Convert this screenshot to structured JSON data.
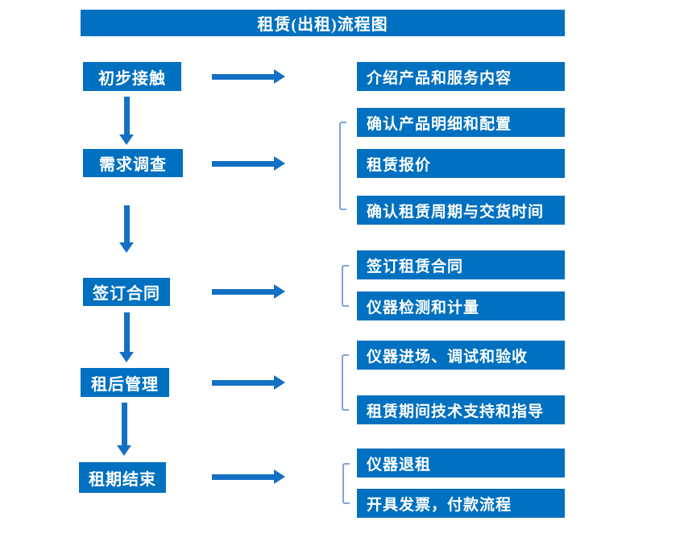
{
  "title": "租赁(出租)流程图",
  "colors": {
    "box_blue": "#0070C0",
    "arrow_blue": "#1470C4",
    "bracket_blue": "#7FA3D8",
    "text": "#FFFFFF"
  },
  "steps": [
    {
      "label": "初步接触",
      "outputs": [
        "介绍产品和服务内容"
      ]
    },
    {
      "label": "需求调查",
      "outputs": [
        "确认产品明细和配置",
        "租赁报价",
        "确认租赁周期与交货时间"
      ]
    },
    {
      "label": "签订合同",
      "outputs": [
        "签订租赁合同",
        "仪器检测和计量"
      ]
    },
    {
      "label": "租后管理",
      "outputs": [
        "仪器进场、调试和验收",
        "租赁期间技术支持和指导"
      ]
    },
    {
      "label": "租期结束",
      "outputs": [
        "仪器退租",
        "开具发票，付款流程"
      ]
    }
  ]
}
